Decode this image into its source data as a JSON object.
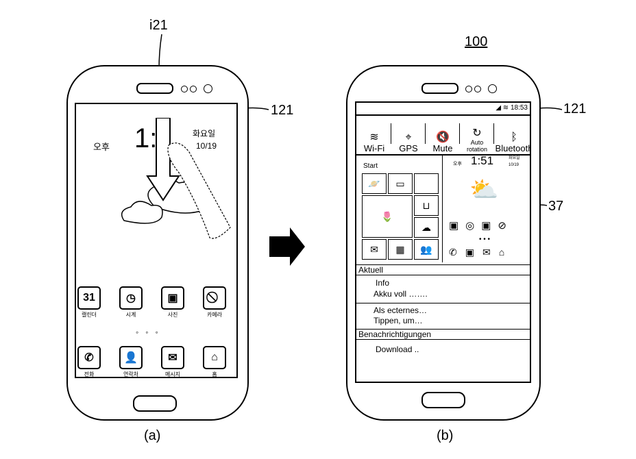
{
  "refs": {
    "swipe": "i21",
    "device": "100",
    "screen_a": "121",
    "screen_b": "121",
    "panel": "37",
    "fig_a": "(a)",
    "fig_b": "(b)"
  },
  "phone_a": {
    "ampm": "오후",
    "time": "1:",
    "day": "화요일",
    "date": "10/19",
    "apps": [
      {
        "label": "캘린더",
        "icon": "calendar-icon",
        "glyph": "31"
      },
      {
        "label": "시계",
        "icon": "clock-icon",
        "glyph": "◷"
      },
      {
        "label": "사진",
        "icon": "photo-icon",
        "glyph": "▣"
      },
      {
        "label": "카메라",
        "icon": "camera-icon",
        "glyph": "⃠"
      }
    ],
    "dock": [
      {
        "label": "전화",
        "icon": "phone-icon",
        "glyph": "✆"
      },
      {
        "label": "연락처",
        "icon": "contacts-icon",
        "glyph": "👤"
      },
      {
        "label": "메시지",
        "icon": "message-icon",
        "glyph": "✉"
      },
      {
        "label": "홈",
        "icon": "home-icon",
        "glyph": "⌂"
      }
    ]
  },
  "phone_b": {
    "status_time": "18:53",
    "quick_settings": [
      {
        "label": "Wi-Fi",
        "icon": "wifi-icon",
        "glyph": "≋"
      },
      {
        "label": "GPS",
        "icon": "gps-icon",
        "glyph": "⌖"
      },
      {
        "label": "Mute",
        "icon": "mute-icon",
        "glyph": "🔇"
      },
      {
        "label": "Auto rotation",
        "icon": "rotation-icon",
        "glyph": "↻"
      },
      {
        "label": "Bluetooth",
        "icon": "bluetooth-icon",
        "glyph": "ᛒ"
      }
    ],
    "start_label": "Start",
    "mini_ampm": "오후",
    "mini_time": "1:51",
    "mini_day": "화요일",
    "mini_date": "10/19",
    "sections": {
      "current": "Aktuell",
      "notifications": "Benachrichtigungen"
    },
    "items": [
      "Info",
      "Akku voll …….",
      "Als ecternes…",
      "Tippen, um…",
      "Download .."
    ]
  }
}
